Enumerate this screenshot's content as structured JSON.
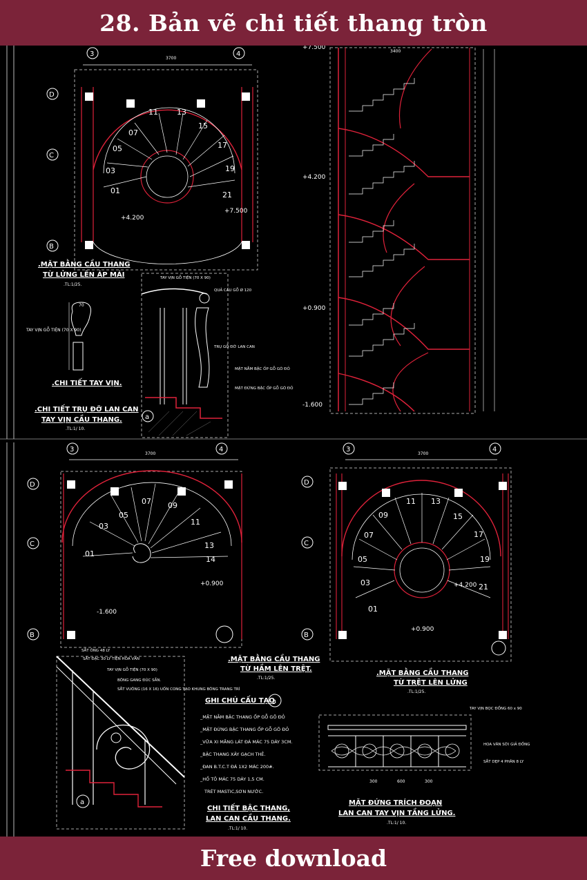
{
  "header": {
    "title": "28. Bản vẽ chi tiết thang tròn"
  },
  "footer": {
    "label": "Free download"
  },
  "colors": {
    "band": "#7b2339",
    "line": "#e0223a",
    "ink": "#ffffff",
    "background": "#000000"
  },
  "plan1": {
    "title1": ".MẶT BẰNG CẦU THANG",
    "title2": "TỪ LỬNG LÊN ÁP MÁI",
    "scale": ".TL:1/25.",
    "axis_left": "3",
    "axis_right": "4",
    "row_d": "D",
    "row_c": "C",
    "row_b": "B",
    "steps": [
      "01",
      "03",
      "05",
      "07",
      "11",
      "13",
      "15",
      "17",
      "19",
      "21"
    ],
    "level_a": "+4.200",
    "level_b": "+7.500",
    "dim_total": "3700"
  },
  "rail": {
    "title": ".CHI TIẾT TAY VỊN.",
    "note": "TAY VỊN GỖ TIỆN (70 X 90)",
    "dim": "70"
  },
  "post": {
    "title1": ".CHI TIẾT TRỤ ĐỠ LAN CAN",
    "title2": "TAY VỊN CẦU THANG.",
    "scale": ".TL:1/ 10.",
    "note1": "TAY VỊN GỖ TIỆN (70 X 90)",
    "note2": "QUẢ CẦU GỖ Ø 120",
    "note3": "TRỤ GỖ ĐỠ LAN CAN",
    "note4": "MẶT NẰM BẬC ỐP GỖ GÕ ĐỎ",
    "note5": "MẶT ĐỨNG BẬC ỐP GỖ GÕ ĐỎ",
    "tag": "a"
  },
  "section": {
    "levels": [
      "+7.500",
      "+4.200",
      "+0.900",
      "-1.600"
    ],
    "dim_total": "3400"
  },
  "plan2": {
    "title1": ".MẶT BẰNG CẦU THANG",
    "title2": "TỪ HẦM LÊN TRỆT.",
    "scale": ".TL:1/25.",
    "axis_left": "3",
    "axis_right": "4",
    "row_d": "D",
    "row_c": "C",
    "row_b": "B",
    "steps": [
      "01",
      "03",
      "05",
      "07",
      "09",
      "11",
      "13",
      "14"
    ],
    "level_a": "+0.900",
    "level_b": "-1.600",
    "dim_total": "3700"
  },
  "plan3": {
    "title1": ".MẶT BẰNG CẦU THANG",
    "title2": "TỪ TRỆT LÊN LỬNG",
    "scale": ".TL:1/25.",
    "axis_left": "3",
    "axis_right": "4",
    "row_d": "D",
    "row_c": "C",
    "row_b": "B",
    "steps": [
      "01",
      "03",
      "05",
      "07",
      "09",
      "11",
      "13",
      "15",
      "17",
      "19",
      "21"
    ],
    "level_a": "+4.200",
    "level_b": "+0.900",
    "dim_total": "3700"
  },
  "notes": {
    "title": "GHI CHÚ CẤU TẠO",
    "tag": "a",
    "items": [
      "_MẶT NẰM BẬC THANG ỐP GỖ GÕ ĐỎ",
      "_MẶT ĐỨNG BẬC THANG ỐP GỖ GÕ ĐỎ",
      "_VỮA XI MĂNG LÁT ĐÁ MÁC 75 DÀY 3CM.",
      "_BẬC THANG XÂY GẠCH THẺ.",
      "_ĐAN B.T.C.T ĐÁ 1X2 MÁC 200#.",
      "_HỒ TÔ MÁC 75 DÀY 1,5 CM.",
      "TRÉT MASTIC,SƠN NƯỚC."
    ]
  },
  "stair_detail": {
    "title1": "CHI TIẾT BẬC THANG,",
    "title2": "LAN CAN CẦU THANG.",
    "scale": ".TL:1/ 10.",
    "note1": "SẮT ỐNG 48 LY",
    "note2": "SẮT ĐẶC 30 LY TIỆN HOA VĂN",
    "note3": "TAY VỊN GỖ TIỆN (70 X 90)",
    "note4": "BÔNG GANG ĐÚC SẴN.",
    "note5": "SẮT VUÔNG (16 X 16) UỐN CONG TẠO KHUNG BÔNG TRANG TRÍ"
  },
  "elevation": {
    "title1": "MẶT ĐỨNG TRÍCH ĐOẠN",
    "title2": "LAN CAN TAY VỊN TẦNG LỬNG.",
    "scale": ".TL:1/ 10.",
    "note1": "TAY VỊN BỌC ĐỒNG 60 x 90",
    "note2": "HOA VĂN SỜI GIẢ ĐỒNG",
    "note3": "SẮT DẸP 4 PHÂN 8 LY",
    "dims": [
      "300",
      "600",
      "300"
    ]
  }
}
